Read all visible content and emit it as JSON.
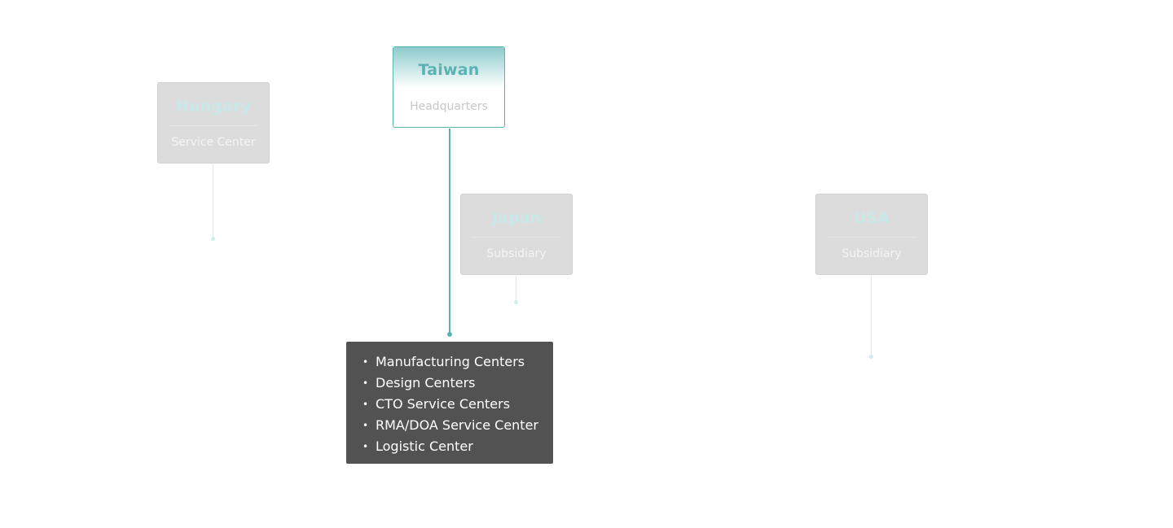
{
  "locations": {
    "hungary": {
      "country": "Hungary",
      "role": "Service Center"
    },
    "taiwan": {
      "country": "Taiwan",
      "role": "Headquarters"
    },
    "japan": {
      "country": "Japan",
      "role": "Subsidiary"
    },
    "usa": {
      "country": "USA",
      "role": "Subsidiary"
    }
  },
  "active_location": "taiwan",
  "popup": {
    "items": [
      "Manufacturing Centers",
      "Design Centers",
      "CTO Service Centers",
      "RMA/DOA Service Center",
      "Logistic Center"
    ]
  },
  "colors": {
    "accent": "#5ab2b4",
    "card_inactive": "#dcdcdc",
    "popup_bg": "#525252",
    "inactive_title": "#c9e7e8"
  }
}
